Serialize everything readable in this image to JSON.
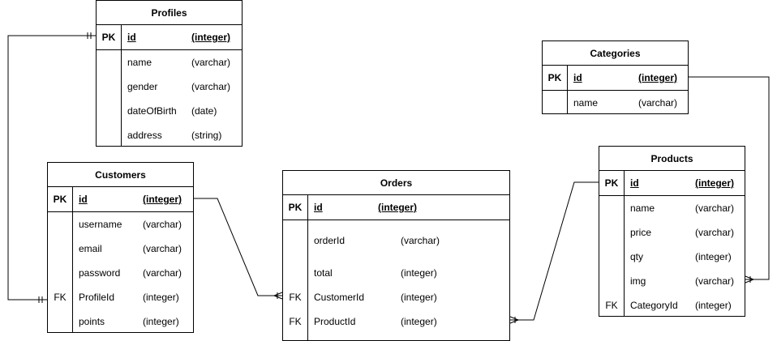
{
  "tables": {
    "profiles": {
      "title": "Profiles",
      "rows": [
        {
          "key": "PK",
          "name": "id",
          "type": "(integer)"
        },
        {
          "key": "",
          "name": "name",
          "type": "(varchar)"
        },
        {
          "key": "",
          "name": "gender",
          "type": "(varchar)"
        },
        {
          "key": "",
          "name": "dateOfBirth",
          "type": "(date)"
        },
        {
          "key": "",
          "name": "address",
          "type": "(string)"
        }
      ]
    },
    "categories": {
      "title": "Categories",
      "rows": [
        {
          "key": "PK",
          "name": "id",
          "type": "(integer)"
        },
        {
          "key": "",
          "name": "name",
          "type": "(varchar)"
        }
      ]
    },
    "customers": {
      "title": "Customers",
      "rows": [
        {
          "key": "PK",
          "name": "id",
          "type": "(integer)"
        },
        {
          "key": "",
          "name": "username",
          "type": "(varchar)"
        },
        {
          "key": "",
          "name": "email",
          "type": "(varchar)"
        },
        {
          "key": "",
          "name": "password",
          "type": "(varchar)"
        },
        {
          "key": "FK",
          "name": "ProfileId",
          "type": "(integer)"
        },
        {
          "key": "",
          "name": "points",
          "type": "(integer)"
        }
      ]
    },
    "orders": {
      "title": "Orders",
      "rows": [
        {
          "key": "PK",
          "name": "id",
          "type": "(integer)"
        },
        {
          "key": "",
          "name": "orderId",
          "type": "(varchar)"
        },
        {
          "key": "",
          "name": "total",
          "type": "(integer)"
        },
        {
          "key": "FK",
          "name": "CustomerId",
          "type": "(integer)"
        },
        {
          "key": "FK",
          "name": "ProductId",
          "type": "(integer)"
        }
      ]
    },
    "products": {
      "title": "Products",
      "rows": [
        {
          "key": "PK",
          "name": "id",
          "type": "(integer)"
        },
        {
          "key": "",
          "name": "name",
          "type": "(varchar)"
        },
        {
          "key": "",
          "name": "price",
          "type": "(varchar)"
        },
        {
          "key": "",
          "name": "qty",
          "type": "(integer)"
        },
        {
          "key": "",
          "name": "img",
          "type": "(varchar)"
        },
        {
          "key": "FK",
          "name": "CategoryId",
          "type": "(integer)"
        }
      ]
    }
  },
  "relationships": [
    {
      "from": "profiles.id",
      "to": "customers.ProfileId",
      "from_end": "one-and-only-one",
      "to_end": "one-and-only-one"
    },
    {
      "from": "customers.id",
      "to": "orders.CustomerId",
      "from_end": "one",
      "to_end": "one-or-many"
    },
    {
      "from": "products.id",
      "to": "orders.ProductId",
      "from_end": "one",
      "to_end": "one-or-many"
    },
    {
      "from": "categories.id",
      "to": "products.img",
      "from_end": "one",
      "to_end": "one-or-many"
    }
  ]
}
